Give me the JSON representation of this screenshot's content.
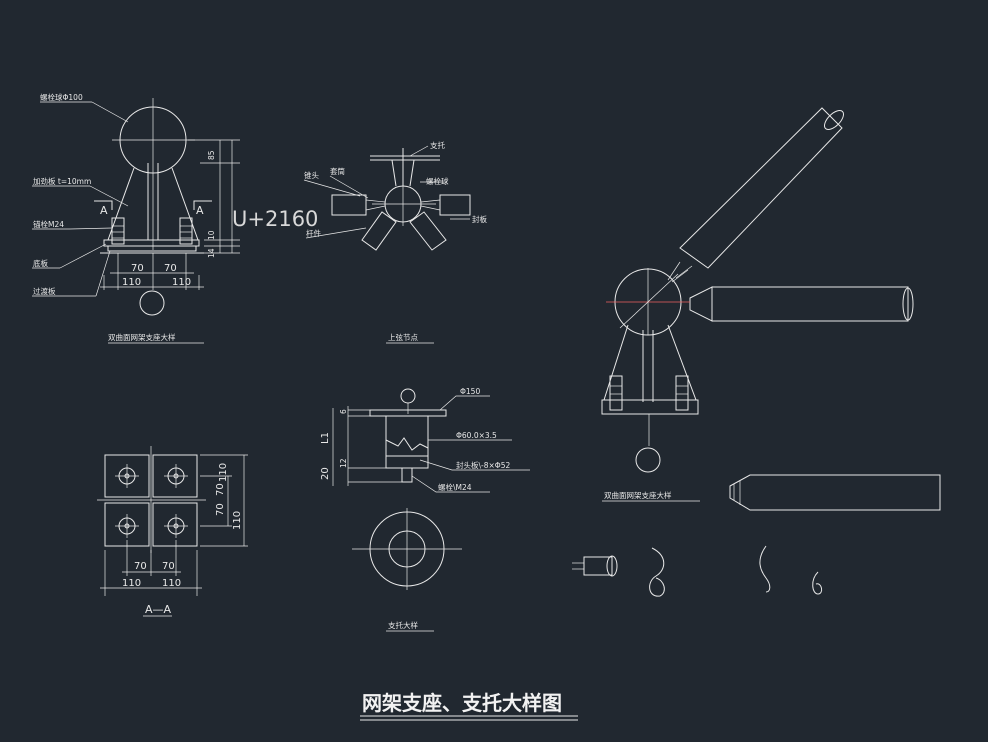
{
  "drawing": {
    "background": "#212830",
    "line_color": "#e8e8e8",
    "accent_color": "#f06060",
    "main_title": "网架支座、支托大样图"
  },
  "support_detail": {
    "label_ball": "螺栓球Φ100",
    "label_rib": "加劲板 t=10mm",
    "label_bolt": "锚栓M24",
    "label_base": "底板",
    "label_transition": "过渡板",
    "section_mark_left": "A",
    "section_mark_right": "A",
    "dim_85": "85",
    "dim_10": "10",
    "dim_14": "14",
    "dim_70a": "70",
    "dim_70b": "70",
    "dim_110a": "110",
    "dim_110b": "110",
    "dim_elev": "U+2160",
    "caption": "双曲面网架支座大样"
  },
  "node_detail": {
    "label_support": "支托",
    "label_sleeve": "套筒",
    "label_bolt_ball": "螺栓球",
    "label_cone": "锥头",
    "label_seal": "封板",
    "label_rod": "杆件",
    "caption": "上弦节点"
  },
  "plan_section": {
    "dim_110_top": "110",
    "dim_70_top": "70",
    "dim_70_bot": "70",
    "dim_110_bot": "110",
    "dim_h70a": "70",
    "dim_h70b": "70",
    "dim_h110a": "110",
    "dim_h110b": "110",
    "caption": "A—A"
  },
  "bracket_detail": {
    "label_plate": "Φ150",
    "label_pipe": "Φ60.0×3.5",
    "label_cone": "封头板\\-8×Φ52",
    "label_bolt": "螺栓\\M24",
    "dim_L1": "L1",
    "dim_6": "6",
    "dim_20": "20",
    "dim_12": "12",
    "caption": "支托大样"
  },
  "iso_detail": {
    "caption": "双曲面网架支座大样"
  }
}
